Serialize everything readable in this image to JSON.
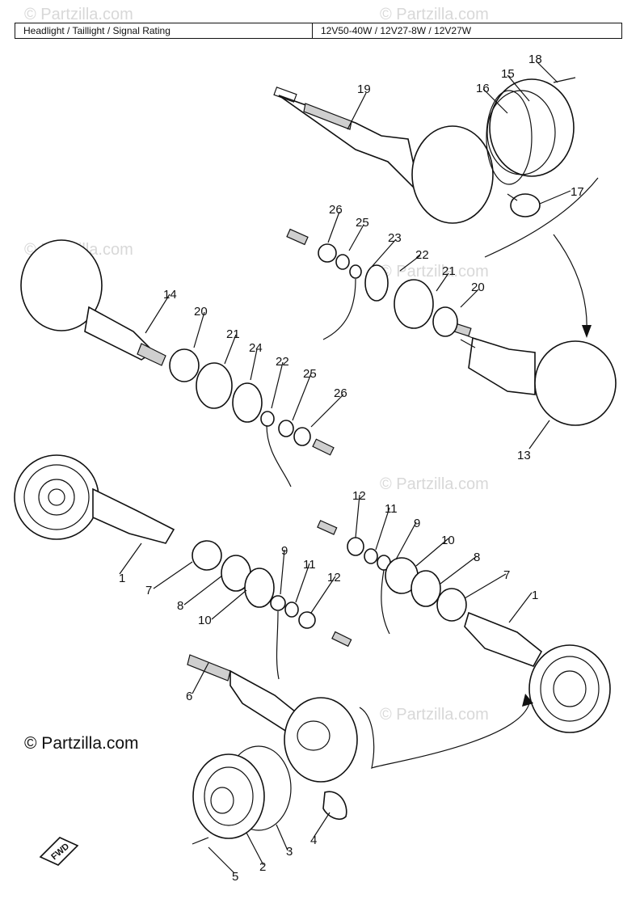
{
  "rating": {
    "label": "Headlight / Taillight / Signal Rating",
    "value": "12V50-40W / 12V27-8W / 12V27W"
  },
  "copyright": "© Partzilla.com",
  "watermark": "© Partzilla.com",
  "fwd_label": "FWD",
  "callouts": [
    "1",
    "1",
    "2",
    "3",
    "4",
    "5",
    "6",
    "7",
    "7",
    "8",
    "8",
    "9",
    "9",
    "10",
    "10",
    "11",
    "11",
    "12",
    "12",
    "13",
    "14",
    "15",
    "16",
    "17",
    "18",
    "19",
    "20",
    "20",
    "21",
    "21",
    "22",
    "22",
    "23",
    "24",
    "25",
    "25",
    "26",
    "26"
  ]
}
